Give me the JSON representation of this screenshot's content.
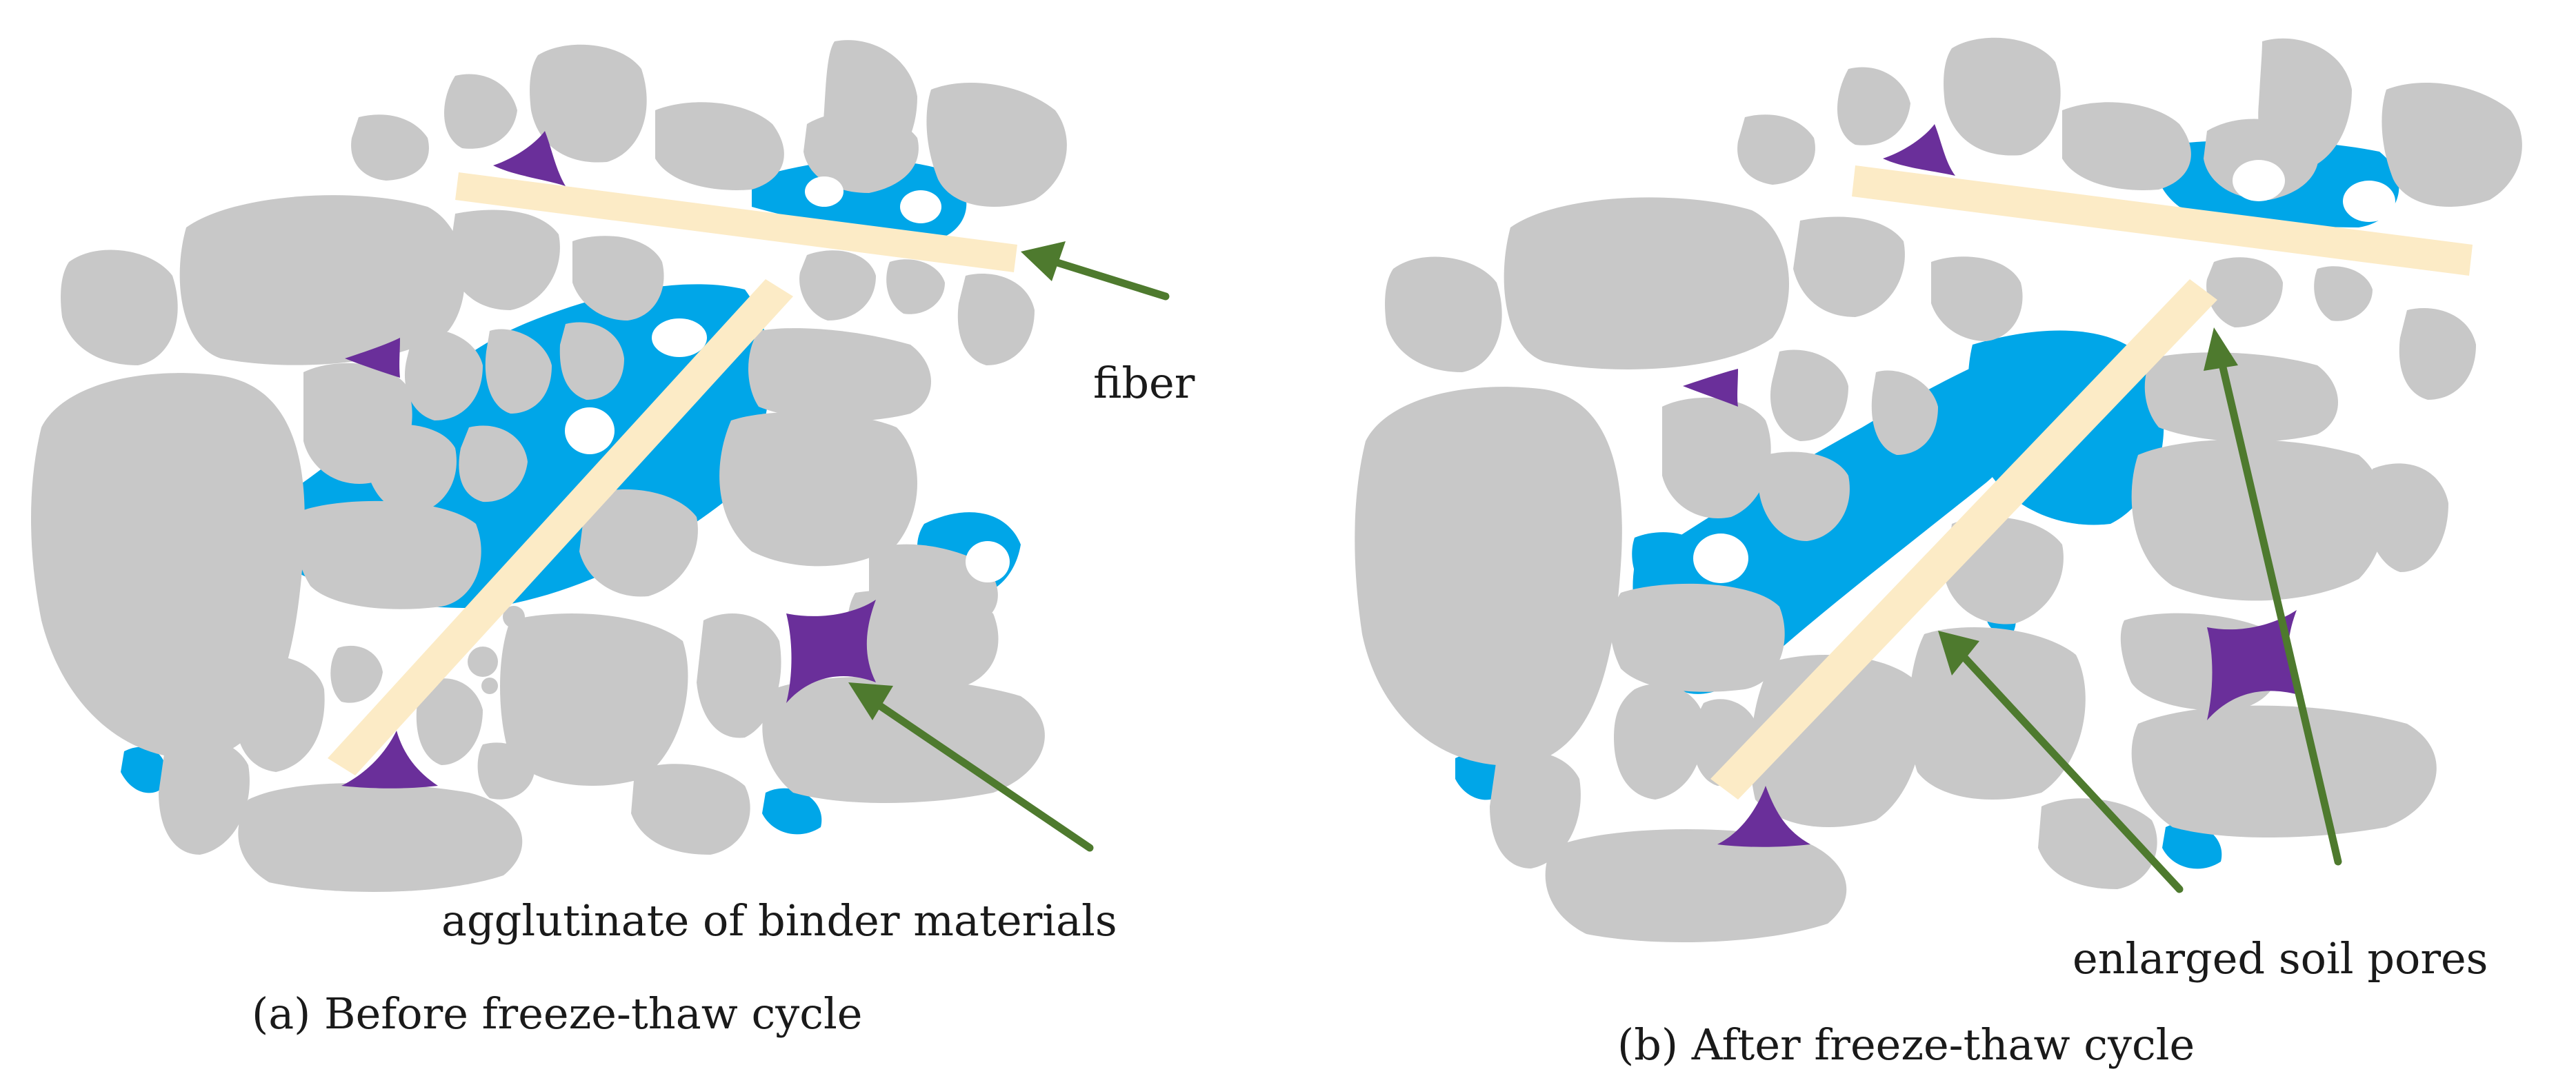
{
  "labels": {
    "fiber": "fiber",
    "binder": "agglutinate of binder materials",
    "pores": "enlarged soil pores",
    "caption_a": "(a) Before freeze-thaw cycle",
    "caption_b": "(b) After freeze-thaw cycle"
  },
  "colors": {
    "soil_particle": "#c8c8c8",
    "pore_water": "#00a6e8",
    "binder_agglutinate": "#6a2f9a",
    "fiber": "#fcebc6",
    "arrow": "#4e7a2e",
    "air_void": "#ffffff"
  }
}
